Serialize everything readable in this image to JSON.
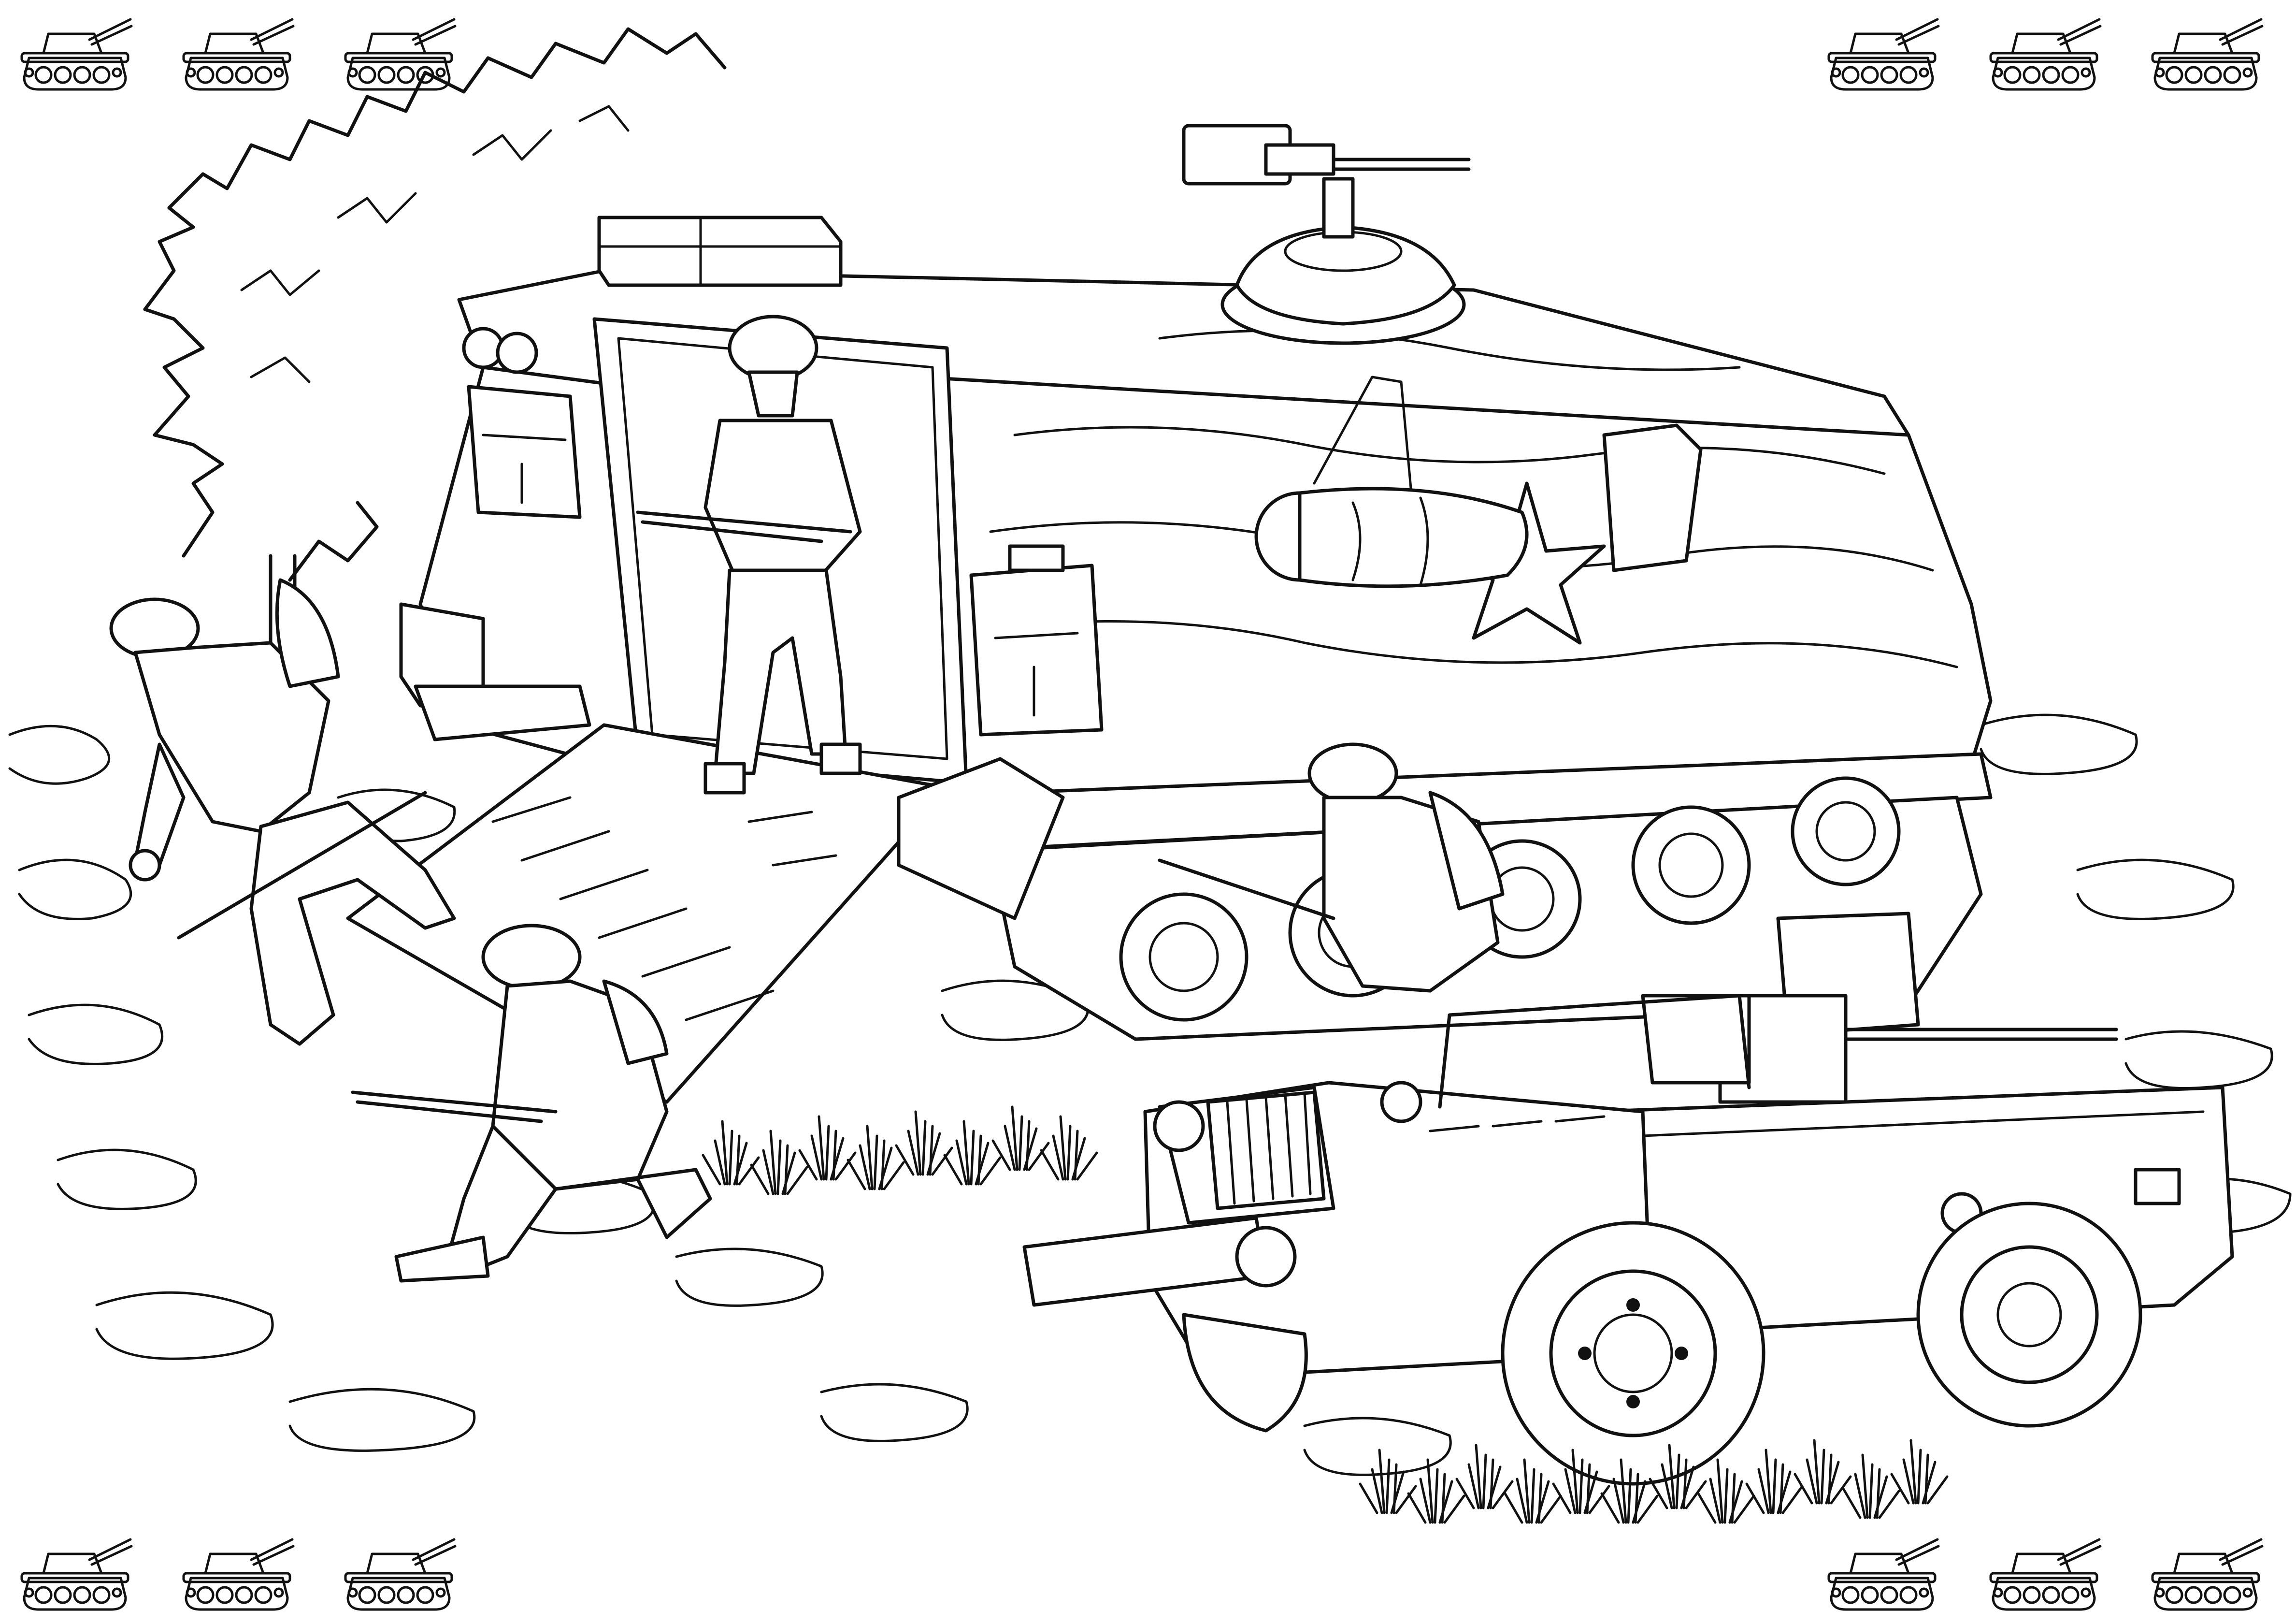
{
  "artwork": {
    "style": "black-and-white coloring page",
    "ink_color": "#111111",
    "paper_color": "#ffffff",
    "border_icons": [
      {
        "corner": "top-left",
        "icon": "tank-icon",
        "count": 3
      },
      {
        "corner": "top-right",
        "icon": "tank-icon",
        "count": 3
      },
      {
        "corner": "bottom-left",
        "icon": "tank-icon",
        "count": 3
      },
      {
        "corner": "bottom-right",
        "icon": "tank-icon",
        "count": 3
      }
    ],
    "scene_elements": [
      "armored-personnel-carrier",
      "rear-ramp",
      "turret-machine-gun",
      "white-star-emblem",
      "jerry-cans",
      "soldier-standing-in-hatch",
      "soldier-running-left",
      "soldier-kneeling",
      "soldier-behind-truck",
      "military-truck-with-gun",
      "trees",
      "grass-tufts",
      "camouflage-ground"
    ]
  }
}
